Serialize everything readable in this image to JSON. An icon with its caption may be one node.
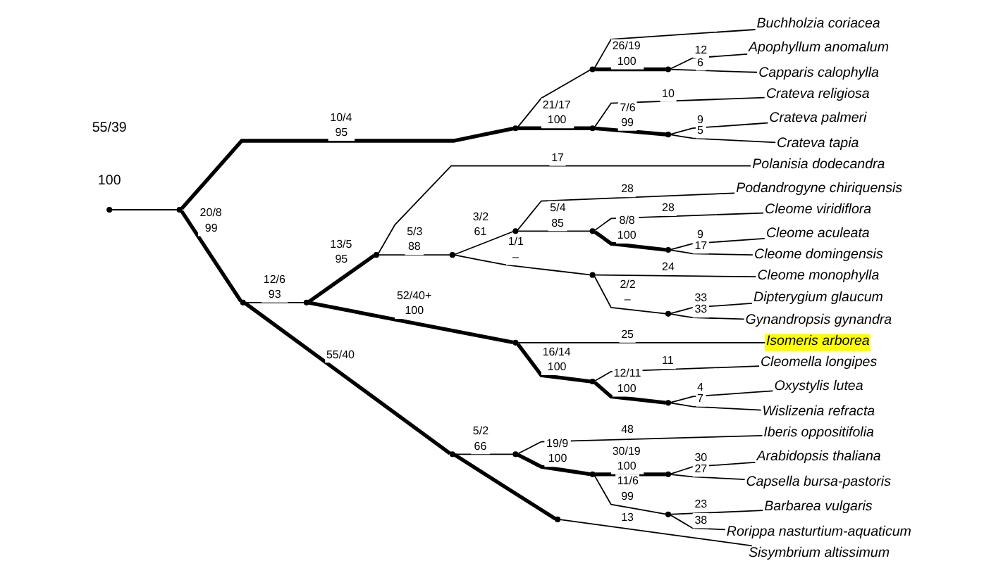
{
  "diagram": {
    "nodes": [
      {
        "text": [
          "Buchholzia coriacea"
        ]
      },
      {
        "text": [
          "Apophyllum anomalum"
        ]
      },
      {
        "text": [
          "Capparis calophylla"
        ]
      },
      {
        "text": [
          "Crateva palmeri"
        ]
      },
      {
        "text": [
          "Crateva tapia"
        ]
      },
      {
        "text": [
          "Crateva religiosa"
        ]
      },
      {
        "text": [
          "Cleome aculeata"
        ]
      },
      {
        "text": [
          "Cleome domingensis"
        ]
      },
      {
        "text": [
          "Cleome viridiflora"
        ]
      },
      {
        "text": [
          "Podandrogyne chiriquensis"
        ]
      },
      {
        "text": [
          "Dipterygium glaucum"
        ]
      },
      {
        "text": [
          "Gynandropsis gynandra"
        ]
      },
      {
        "text": [
          "Cleome monophylla"
        ]
      },
      {
        "text": [
          "Polanisia dodecandra"
        ]
      },
      {
        "text": [
          "Oxystylis lutea"
        ]
      },
      {
        "text": [
          "Wislizenia refracta"
        ]
      },
      {
        "text": [
          "Cleomella longipes"
        ]
      },
      {
        "text": [
          "Isomeris arborea"
        ]
      },
      {
        "text": [
          "Arabidopsis thaliana"
        ]
      },
      {
        "text": [
          "Capsella bursa-pastoris"
        ]
      },
      {
        "text": [
          "Barbarea vulgaris"
        ]
      },
      {
        "text": [
          "Rorippa nasturtium-aquaticum"
        ]
      },
      {
        "text": [
          "Iberis oppositifolia"
        ]
      },
      {
        "text": [
          "Sisymbrium altissimum"
        ]
      },
      {
        "text": [],
        "shape": "point"
      },
      {
        "text": [],
        "shape": "point"
      },
      {
        "text": [],
        "shape": "point"
      },
      {
        "text": [],
        "shape": "point"
      },
      {
        "text": [],
        "shape": "point"
      },
      {
        "text": [],
        "shape": "point"
      },
      {
        "text": [],
        "shape": "point"
      },
      {
        "text": [],
        "shape": "point"
      },
      {
        "text": [],
        "shape": "point"
      },
      {
        "text": [],
        "shape": "point"
      },
      {
        "text": [],
        "shape": "point"
      },
      {
        "text": [],
        "shape": "point"
      },
      {
        "text": [],
        "shape": "point"
      },
      {
        "text": [],
        "shape": "point"
      },
      {
        "text": [],
        "shape": "point"
      },
      {
        "text": [],
        "shape": "point"
      },
      {
        "text": [],
        "shape": "point"
      },
      {
        "text": [],
        "shape": "point"
      },
      {
        "text": [],
        "shape": "point"
      },
      {
        "text": [],
        "shape": "point"
      },
      {
        "text": [],
        "shape": "point"
      },
      {
        "text": [],
        "shape": "point"
      },
      {
        "text": [],
        "shape": "point"
      },
      {
        "text": [],
        "shape": "point"
      },
      {
        "text": [],
        "shape": "point"
      }
    ],
    "edges": [
      {
        "from": 24,
        "to": 25,
        "arrow": "none"
      },
      {
        "from": 25,
        "to": 26,
        "arrow": "none",
        "label": "10/4 95",
        "style": "thick"
      },
      {
        "from": 25,
        "to": 28,
        "arrow": "none",
        "label": "20/8 99",
        "style": "thick"
      },
      {
        "from": 26,
        "to": 27,
        "arrow": "none"
      },
      {
        "from": 26,
        "to": 36,
        "arrow": "none",
        "label": "21/17 100",
        "style": "thick"
      },
      {
        "from": 27,
        "to": 0,
        "arrow": "none"
      },
      {
        "from": 27,
        "to": 42,
        "arrow": "none",
        "label": "26/19 100",
        "style": "thick"
      },
      {
        "from": 42,
        "to": 1,
        "arrow": "none",
        "label": "12"
      },
      {
        "from": 42,
        "to": 2,
        "arrow": "none",
        "label": "6"
      },
      {
        "from": 36,
        "to": 43,
        "arrow": "none",
        "label": "7/6 99",
        "style": "thick"
      },
      {
        "from": 36,
        "to": 5,
        "arrow": "none",
        "label": "10"
      },
      {
        "from": 43,
        "to": 3,
        "arrow": "none",
        "label": "9"
      },
      {
        "from": 43,
        "to": 4,
        "arrow": "none",
        "label": "5"
      },
      {
        "from": 28,
        "to": 29,
        "arrow": "none",
        "label": "12/6 93"
      },
      {
        "from": 28,
        "to": 31,
        "arrow": "none",
        "label": "55/40",
        "style": "thick"
      },
      {
        "from": 29,
        "to": 30,
        "arrow": "none",
        "label": "13/5 95",
        "style": "thick"
      },
      {
        "from": 29,
        "to": 33,
        "arrow": "none",
        "label": "52/40+ 100",
        "style": "thick"
      },
      {
        "from": 30,
        "to": 32,
        "arrow": "none",
        "label": "5/3 88"
      },
      {
        "from": 30,
        "to": 13,
        "arrow": "none",
        "label": "17"
      },
      {
        "from": 32,
        "to": 34,
        "arrow": "none",
        "label": "3/2 61"
      },
      {
        "from": 32,
        "to": 38,
        "arrow": "none",
        "label": "1/1 –"
      },
      {
        "from": 34,
        "to": 37,
        "arrow": "none",
        "label": "5/4 85"
      },
      {
        "from": 34,
        "to": 9,
        "arrow": "none",
        "label": "28"
      },
      {
        "from": 37,
        "to": 44,
        "arrow": "none",
        "label": "8/8 100",
        "style": "thick"
      },
      {
        "from": 37,
        "to": 8,
        "arrow": "none",
        "label": "28"
      },
      {
        "from": 44,
        "to": 6,
        "arrow": "none",
        "label": "9"
      },
      {
        "from": 44,
        "to": 7,
        "arrow": "none",
        "label": "17"
      },
      {
        "from": 38,
        "to": 45,
        "arrow": "none",
        "label": "2/2 –"
      },
      {
        "from": 38,
        "to": 12,
        "arrow": "none",
        "label": "24"
      },
      {
        "from": 45,
        "to": 10,
        "arrow": "none",
        "label": "33"
      },
      {
        "from": 45,
        "to": 11,
        "arrow": "none",
        "label": "33"
      },
      {
        "from": 33,
        "to": 39,
        "arrow": "none",
        "label": "16/14 100",
        "style": "thick"
      },
      {
        "from": 33,
        "to": 17,
        "arrow": "none",
        "label": "25"
      },
      {
        "from": 39,
        "to": 46,
        "arrow": "none",
        "label": "12/11 100",
        "style": "thick"
      },
      {
        "from": 39,
        "to": 16,
        "arrow": "none",
        "label": "11"
      },
      {
        "from": 46,
        "to": 14,
        "arrow": "none",
        "label": "4"
      },
      {
        "from": 46,
        "to": 15,
        "arrow": "none",
        "label": "7"
      },
      {
        "from": 31,
        "to": 35,
        "arrow": "none",
        "label": "5/2 66"
      },
      {
        "from": 31,
        "to": 41,
        "arrow": "none",
        "style": "thick"
      },
      {
        "from": 35,
        "to": 40,
        "arrow": "none",
        "label": "19/9 100",
        "style": "thick"
      },
      {
        "from": 35,
        "to": 22,
        "arrow": "none",
        "label": "48"
      },
      {
        "from": 40,
        "to": 47,
        "arrow": "none",
        "label": "30/19 100",
        "style": "thick"
      },
      {
        "from": 40,
        "to": 48,
        "arrow": "none",
        "label": "11/6 99"
      },
      {
        "from": 47,
        "to": 18,
        "arrow": "none",
        "label": "30"
      },
      {
        "from": 47,
        "to": 19,
        "arrow": "none",
        "label": "27"
      },
      {
        "from": 48,
        "to": 20,
        "arrow": "none",
        "label": "23"
      },
      {
        "from": 48,
        "to": 21,
        "arrow": "none",
        "label": "38"
      },
      {
        "from": 41,
        "to": 23,
        "arrow": "none",
        "label": "13"
      }
    ],
    "labels": [
      "55/39",
      "100"
    ]
  }
}
